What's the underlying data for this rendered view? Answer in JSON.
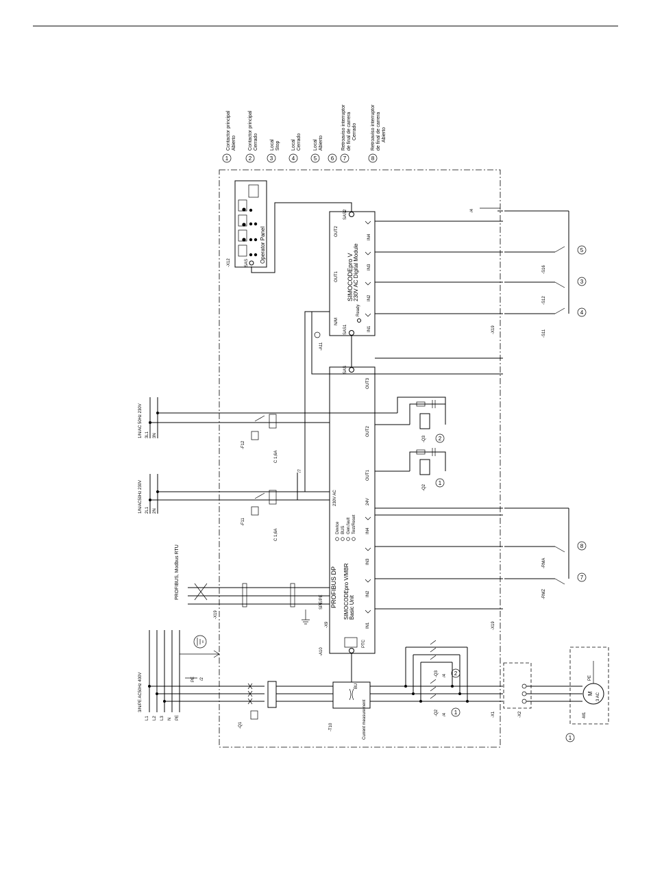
{
  "legend": [
    {
      "num": "1",
      "lines": [
        "Contactor principal",
        "Abierto"
      ]
    },
    {
      "num": "2",
      "lines": [
        "Contactor principal",
        "Cerrado"
      ]
    },
    {
      "num": "3",
      "lines": [
        "Local",
        "Stop"
      ]
    },
    {
      "num": "4",
      "lines": [
        "Local",
        "Cerrado"
      ]
    },
    {
      "num": "5",
      "lines": [
        "Local",
        "Abierto"
      ]
    },
    {
      "num": "6",
      "lines": [
        ""
      ]
    },
    {
      "num": "7",
      "lines": [
        "Retroaviso interruptor",
        "de final de carrera",
        "Cerrado"
      ]
    },
    {
      "num": "8",
      "lines": [
        "Retroaviso interruptor",
        "de final de carrera",
        "Abierto"
      ]
    }
  ],
  "modules": {
    "operator_panel": {
      "tag": "-X12",
      "title": "Operator Panel",
      "sas": "SAS"
    },
    "digital_module": {
      "tag": "-A11",
      "line1": "SIMOCODEpro V",
      "line2": "230V AC Digital Module",
      "ready": "Ready",
      "sas1": "SAS1",
      "sas2": "SAS2",
      "nm": "N/M",
      "out1": "OUT1",
      "out2": "OUT2",
      "in1": "IN1",
      "in2": "IN2",
      "in3": "IN3",
      "in4": "IN4"
    },
    "basic_unit": {
      "tag": "-A10",
      "line1": "PROFIBUS DP",
      "line2": "SIMOCODEpro V/MBR",
      "line3": "Basic Unit",
      "leds": [
        "Device",
        "BUS",
        "Gen.fault",
        "Test/Reset"
      ],
      "supply": "230V AC",
      "sas": "SAS",
      "out1": "OUT1",
      "out2": "OUT2",
      "out3": "OUT3",
      "in1": "IN1",
      "in2": "IN2",
      "in3": "IN3",
      "in4": "IN4",
      "v24": "24V",
      "ptc": "PTC",
      "x9": "-X9",
      "spe": "SPE/PE"
    },
    "current_measurement": {
      "tag": "-T10",
      "label": "Current measurement",
      "bu": "BU"
    }
  },
  "supplies": {
    "main": {
      "label": "3/N/PE AC50Hz 400V",
      "lines": [
        "L1",
        "L2",
        "L3",
        "N",
        "PE"
      ]
    },
    "supply1": {
      "label": "1/N/AC50Hz 230V",
      "lines": [
        "2L1",
        "2N"
      ]
    },
    "supply2": {
      "label": "1/N/AC 50Hz 230V",
      "lines": [
        "3L1",
        "3N"
      ]
    },
    "bus": {
      "label": "PROFIBUS, Modbus RTU"
    }
  },
  "components": {
    "q1": "-Q1",
    "f11": "-F11",
    "f12": "-F12",
    "f11_rating": "C 1,6A",
    "f12_rating": "C 1,6A",
    "q2": "-Q2",
    "q3": "-Q3",
    "x1": "-X1",
    "x2": "-X2",
    "x19": "-X19",
    "m1": "-M1",
    "motor": "M",
    "motor_type": "3 AC",
    "s11": "-S11",
    "s12": "-S12",
    "s16": "-S16",
    "rmz": "-RMZ",
    "rma": "-RMA",
    "pe": "PE",
    "f2": "/2",
    "f7": "/7",
    "f4": "/4"
  }
}
